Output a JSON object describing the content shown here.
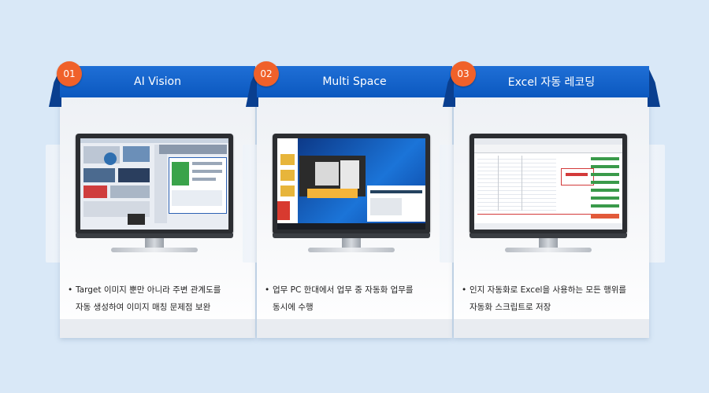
{
  "cards": [
    {
      "number": "01",
      "title": "AI Vision",
      "desc_line1": "Target 이미지 뿐만 아니라 주변  관계도를",
      "desc_line2": "자동 생성하여 이미지 매칭 문제점 보완"
    },
    {
      "number": "02",
      "title": "Multi Space",
      "desc_line1": "업무 PC 한대에서 업무 중 자동화 업무를",
      "desc_line2": "동시에 수행"
    },
    {
      "number": "03",
      "title": "Excel  자동 레코딩",
      "desc_line1": "인지 자동화로 Excel을 사용하는 모든 행위를",
      "desc_line2": "자동화 스크립트로 저장"
    }
  ],
  "bullet": "•",
  "colors": {
    "header_blue": "#0b58bf",
    "badge_orange": "#f0612a",
    "background": "#d9e8f7"
  }
}
